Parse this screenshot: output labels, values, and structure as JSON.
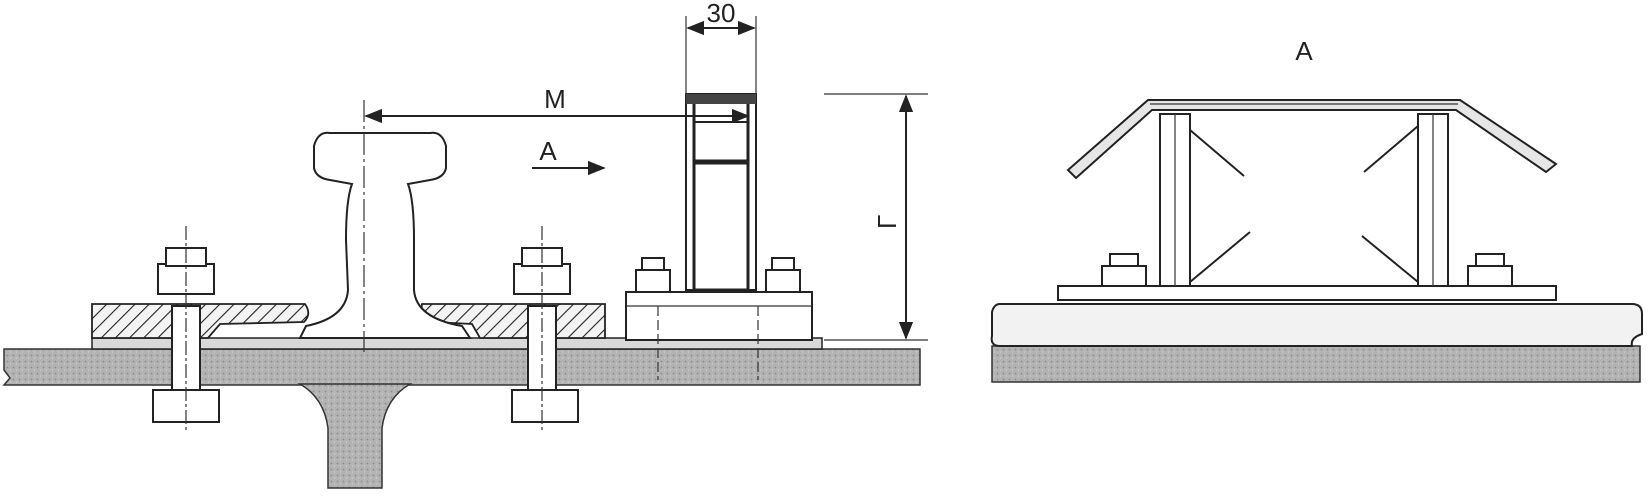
{
  "labels": {
    "dim_width": "30",
    "dim_distance": "M",
    "view_arrow": "A",
    "dim_height": "Г",
    "view_title": "А"
  }
}
